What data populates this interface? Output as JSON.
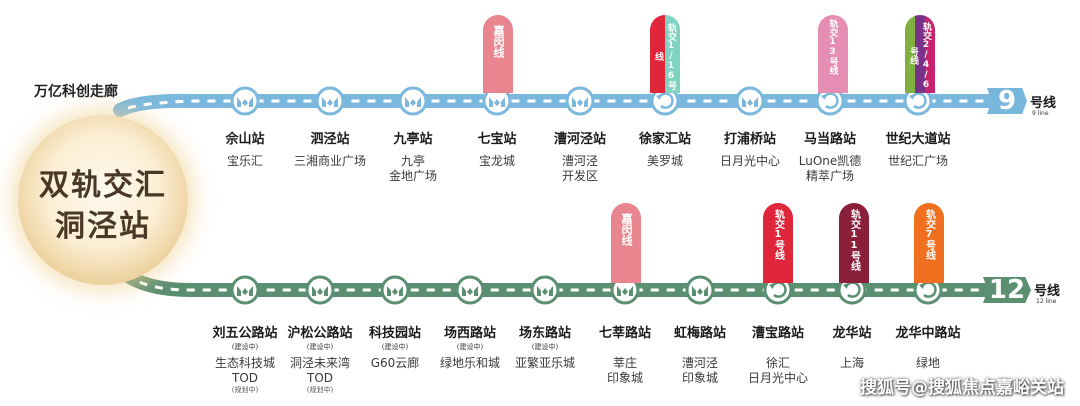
{
  "corridor_label": "万亿科创走廊",
  "hub": {
    "line1": "双轨交汇",
    "line2": "洞泾站"
  },
  "line9": {
    "number": "9",
    "label": "号线",
    "sub": "9 line",
    "color": "#7bb8dd",
    "stations": [
      {
        "name": "佘山站",
        "desc": [
          "宝乐汇"
        ],
        "transfer": false
      },
      {
        "name": "泗泾站",
        "desc": [
          "三湘商业广场"
        ],
        "transfer": false
      },
      {
        "name": "九亭站",
        "desc": [
          "九亭",
          "金地广场"
        ],
        "transfer": false
      },
      {
        "name": "七宝站",
        "desc": [
          "宝龙城"
        ],
        "transfer": false
      },
      {
        "name": "漕河泾站",
        "desc": [
          "漕河泾",
          "开发区"
        ],
        "transfer": false
      },
      {
        "name": "徐家汇站",
        "desc": [
          "美罗城"
        ],
        "transfer": true
      },
      {
        "name": "打浦桥站",
        "desc": [
          "日月光中心"
        ],
        "transfer": false
      },
      {
        "name": "马当路站",
        "desc": [
          "LuOne凯德",
          "精萃广场"
        ],
        "transfer": true
      },
      {
        "name": "世纪大道站",
        "desc": [
          "世纪汇广场"
        ],
        "transfer": true
      }
    ],
    "pills": [
      {
        "text": "嘉闵线",
        "colors": [
          "#e8858f"
        ]
      },
      {
        "text": "轨交1/16号线",
        "colors": [
          "#e0263a",
          "#7fd3c0"
        ]
      },
      {
        "text": "轨交13号线",
        "colors": [
          "#e58db3"
        ]
      },
      {
        "text": "轨交2/4/6号线",
        "colors": [
          "#80b140",
          "#7a3288",
          "#c8236e"
        ]
      }
    ]
  },
  "line12": {
    "number": "12",
    "label": "号线",
    "sub": "12 line",
    "color": "#5a8f72",
    "stations": [
      {
        "name": "刘五公路站",
        "sub": "(建设中)",
        "desc": [
          "生态科技城",
          "TOD"
        ],
        "desc_sub": "(规划中)",
        "transfer": false
      },
      {
        "name": "沪松公路站",
        "sub": "(建设中)",
        "desc": [
          "洞泾未来湾",
          "TOD"
        ],
        "desc_sub": "(规划中)",
        "transfer": false
      },
      {
        "name": "科技园站",
        "sub": "(建设中)",
        "desc": [
          "G60云廊"
        ],
        "transfer": false
      },
      {
        "name": "场西路站",
        "sub": "(建设中)",
        "desc": [
          "绿地乐和城"
        ],
        "transfer": false
      },
      {
        "name": "场东路站",
        "sub": "(建设中)",
        "desc": [
          "亚繁亚乐城"
        ],
        "transfer": false
      },
      {
        "name": "七莘路站",
        "desc": [
          "莘庄",
          "印象城"
        ],
        "transfer": false
      },
      {
        "name": "虹梅路站",
        "desc": [
          "漕河泾",
          "印象城"
        ],
        "transfer": false
      },
      {
        "name": "漕宝路站",
        "desc": [
          "徐汇",
          "日月光中心"
        ],
        "transfer": true
      },
      {
        "name": "龙华站",
        "desc": [
          "上海"
        ],
        "transfer": true
      },
      {
        "name": "龙华中路站",
        "desc": [
          "绿地"
        ],
        "transfer": true
      }
    ],
    "pills": [
      {
        "text": "嘉闵线",
        "colors": [
          "#e8858f"
        ]
      },
      {
        "text": "轨交1号线",
        "colors": [
          "#e0263a"
        ]
      },
      {
        "text": "轨交11号线",
        "colors": [
          "#8a1f3a"
        ]
      },
      {
        "text": "轨交7号线",
        "colors": [
          "#f07020"
        ]
      }
    ]
  },
  "watermark": "搜狐号@搜狐焦点嘉峪关站"
}
